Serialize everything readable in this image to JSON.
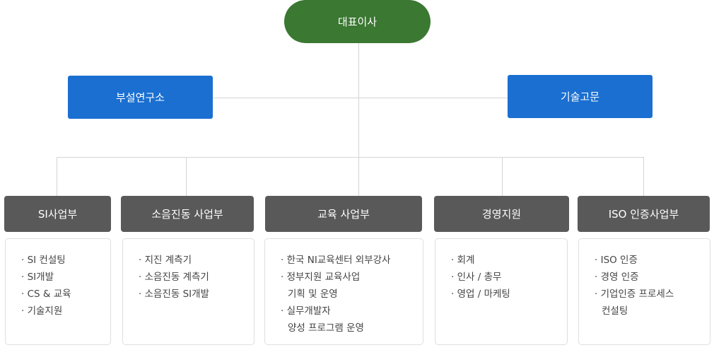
{
  "ceo": {
    "label": "대표이사"
  },
  "side_left": {
    "label": "부설연구소"
  },
  "side_right": {
    "label": "기술고문"
  },
  "colors": {
    "ceo": "#3b7832",
    "side": "#1a6fd1",
    "dept": "#595959"
  },
  "departments": [
    {
      "label": "SI사업부",
      "items": [
        "SI 컨설팅",
        "SI개발",
        "CS & 교육",
        "기술지원"
      ]
    },
    {
      "label": "소음진동 사업부",
      "items": [
        "지진 계측기",
        "소음진동 계측기",
        "소음진동 SI개발"
      ]
    },
    {
      "label": "교육 사업부",
      "items": [
        "한국 NI교육센터 외부강사",
        "정부지원 교육사업\n기획 및 운영",
        "실무개발자\n양성 프로그램 운영"
      ]
    },
    {
      "label": "경영지원",
      "items": [
        "회계",
        "인사 / 총무",
        "영업 / 마케팅"
      ]
    },
    {
      "label": "ISO 인증사업부",
      "items": [
        "ISO 인증",
        "경영 인증",
        "기업인증 프로세스\n컨설팅"
      ]
    }
  ]
}
